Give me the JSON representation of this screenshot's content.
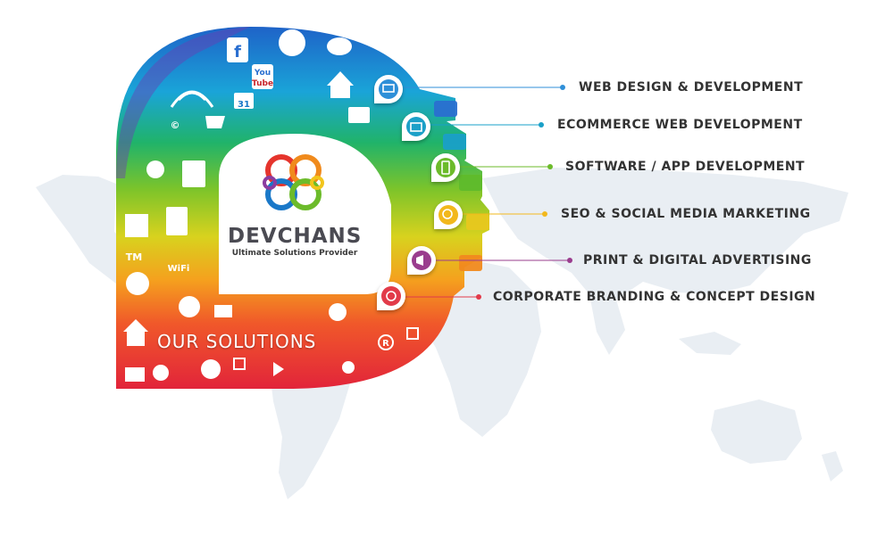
{
  "brand": {
    "name": "DEVCHANS",
    "tagline": "Ultimate Solutions Provider"
  },
  "badge": {
    "title": "OUR SOLUTIONS"
  },
  "services": [
    {
      "label": "WEB DESIGN & DEVELOPMENT",
      "color": "#2f8fd8",
      "icon": "monitor-icon"
    },
    {
      "label": "ECOMMERCE WEB DEVELOPMENT",
      "color": "#1aa0c8",
      "icon": "shop-icon"
    },
    {
      "label": "SOFTWARE / APP DEVELOPMENT",
      "color": "#6cbb2a",
      "icon": "mobile-app-icon"
    },
    {
      "label": "SEO & SOCIAL MEDIA MARKETING",
      "color": "#f2b81c",
      "icon": "seo-icon"
    },
    {
      "label": "PRINT & DIGITAL ADVERTISING",
      "color": "#9a3c8e",
      "icon": "megaphone-icon"
    },
    {
      "label": "CORPORATE BRANDING & CONCEPT DESIGN",
      "color": "#e23a4a",
      "icon": "at-target-icon"
    }
  ],
  "icons": {
    "f": "f",
    "you": "You",
    "tube": "Tube",
    "cal": "31",
    "wifi": "WiFi",
    "tm": "TM",
    "r": "R",
    "c": "©"
  }
}
